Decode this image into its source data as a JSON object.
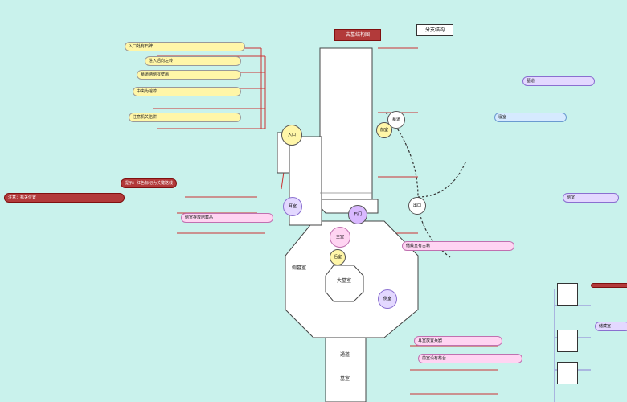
{
  "diagram": {
    "background": "#c9f2ec",
    "main_hall_label": "大墓室",
    "side_hall_label": "侧墓室",
    "room_labels": [
      "寝室",
      "墓道",
      "侧室",
      "储藏室"
    ],
    "top_title": "古墓结构图",
    "right_title": "分支结构",
    "red_notes": [
      "提示：红色标记为关键路线",
      "注意：机关位置"
    ],
    "yellow_notes": [
      "入口处有石碑",
      "进入后向左转",
      "墓道两侧有壁画",
      "中央为棺椁",
      "注意机关陷阱"
    ],
    "pink_notes": [
      "侧室存放陪葬品",
      "储藏室有古籍",
      "耳室放置兵器",
      "前室设有祭台"
    ],
    "circles": [
      "入口",
      "石门",
      "墓道",
      "前室",
      "主室",
      "耳室",
      "后室",
      "侧室",
      "出口"
    ],
    "bottom_labels": [
      "通道",
      "墓室"
    ],
    "colors": {
      "yellow": "#fff6a8",
      "pink": "#ffd4f2",
      "red": "#b23a3a",
      "purple": "#d9b8ff",
      "lav": "#e3d8ff"
    }
  }
}
